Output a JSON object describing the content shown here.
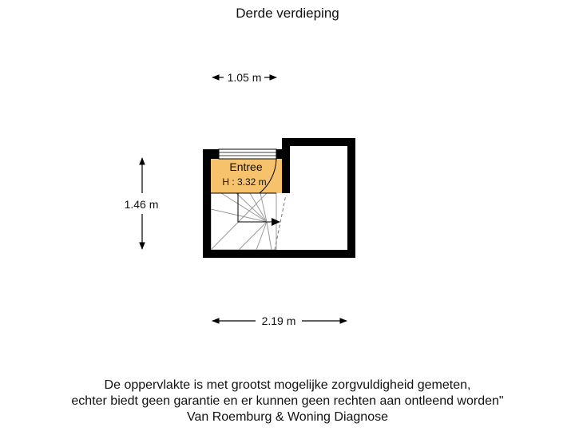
{
  "title": "Derde verdieping",
  "colors": {
    "wall": "#000000",
    "entrance_fill": "#f6c26c",
    "stairs_line": "#9a9a9a",
    "dimension_line": "#000000"
  },
  "room": {
    "name": "Entree",
    "height_label": "H : 3.32 m"
  },
  "dimensions": {
    "top_width": "1.05 m",
    "left_height": "1.46 m",
    "bottom_width": "2.19 m"
  },
  "disclaimer": {
    "line1": "De oppervlakte is met grootst mogelijke zorgvuldigheid gemeten,",
    "line2": "echter biedt geen garantie en er kunnen geen rechten aan ontleend worden\"",
    "line3": "Van Roemburg & Woning Diagnose"
  }
}
